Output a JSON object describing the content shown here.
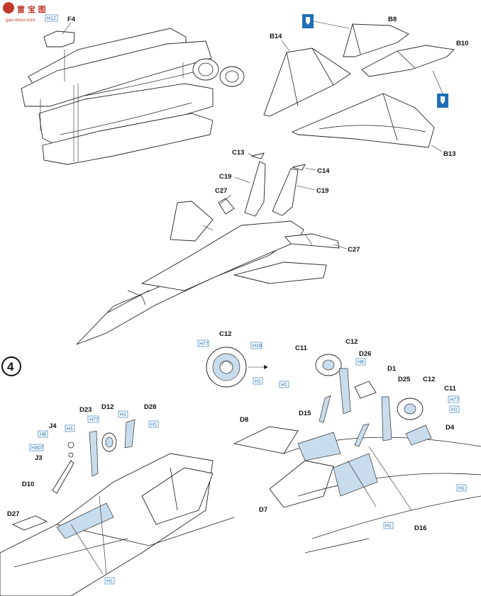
{
  "watermark": {
    "glyphs": "雷 宝 图",
    "url": "gao-shou.com"
  },
  "step_number": "4",
  "callouts": {
    "h12": "H12",
    "h77": "H77",
    "h18": "H18",
    "h1": "H1",
    "h8": "H8",
    "h307": "H307"
  },
  "labels": {
    "f4": "F4",
    "b8": "B8",
    "b14": "B14",
    "b10": "B10",
    "b13": "B13",
    "c13": "C13",
    "c14": "C14",
    "c19a": "C19",
    "c19b": "C19",
    "c27a": "C27",
    "c27b": "C27",
    "c12_top": "C12",
    "c11_a": "C11",
    "c12_b": "C12",
    "d26": "D26",
    "d1": "D1",
    "d25": "D25",
    "c12_c": "C12",
    "c11_b": "C11",
    "d15": "D15",
    "d8": "D8",
    "d4": "D4",
    "d7": "D7",
    "d16": "D16",
    "d23": "D23",
    "d12": "D12",
    "d28": "D28",
    "j4": "J4",
    "j3": "J3",
    "d10": "D10",
    "d27": "D27"
  },
  "colors": {
    "accent_blue": "#1a6bb3",
    "part_fill": "#c9dcec",
    "glue_marker": "#1f6fb5"
  }
}
